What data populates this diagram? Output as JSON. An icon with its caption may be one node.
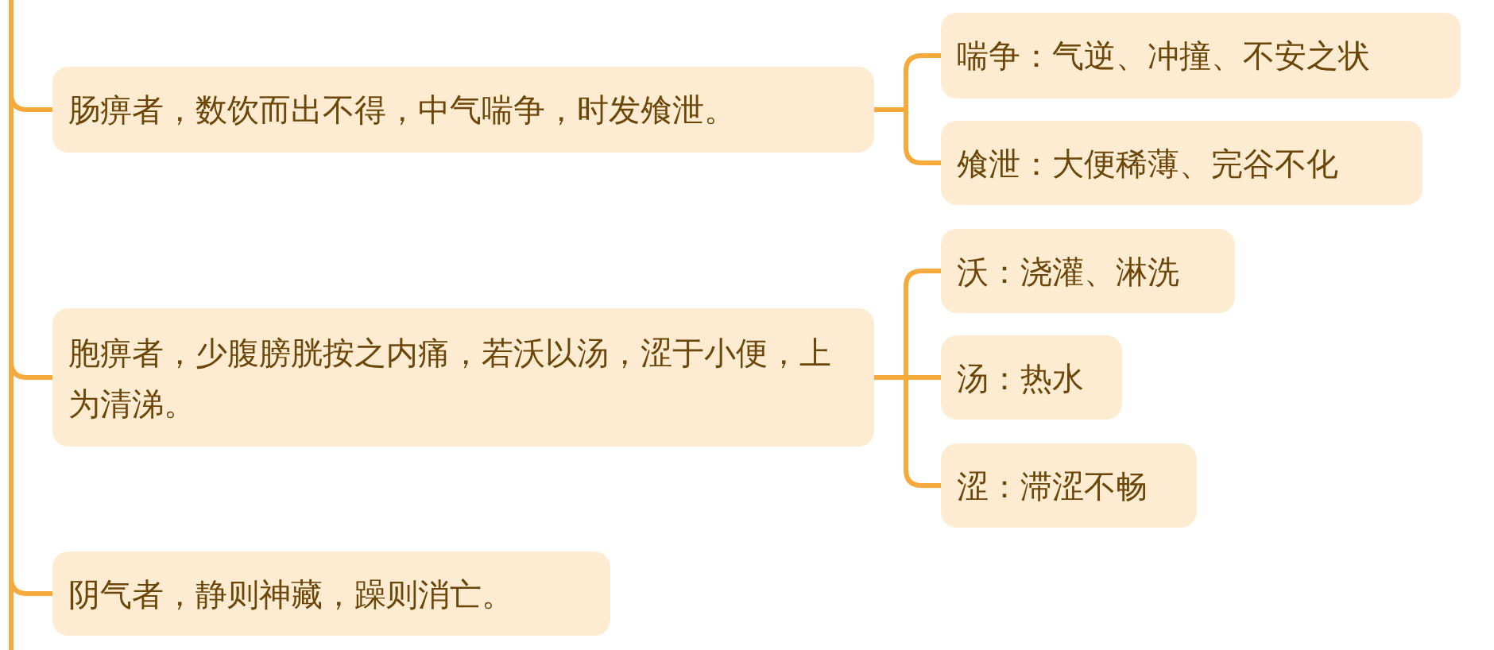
{
  "diagram": {
    "nodes": [
      {
        "text": [
          "肠痹者，数饮而出不得，中气喘争，时发飧泄。"
        ]
      },
      {
        "text": [
          "喘争：气逆、冲撞、不安之状"
        ]
      },
      {
        "text": [
          "飧泄：大便稀薄、完谷不化"
        ]
      },
      {
        "text": [
          "胞痹者，少腹膀胱按之内痛，若沃以汤，涩于小便，上为清涕。"
        ]
      },
      {
        "text": [
          "沃：浇灌、淋洗"
        ]
      },
      {
        "text": [
          "汤：热水"
        ]
      },
      {
        "text": [
          "涩：滞涩不畅"
        ]
      },
      {
        "text": [
          "阴气者，静则神藏，躁则消亡。"
        ]
      }
    ],
    "edges": [
      {
        "from": null,
        "to": 0,
        "arrow": "none"
      },
      {
        "from": 0,
        "to": 1,
        "arrow": "none"
      },
      {
        "from": 0,
        "to": 2,
        "arrow": "none"
      },
      {
        "from": null,
        "to": 3,
        "arrow": "none"
      },
      {
        "from": 3,
        "to": 4,
        "arrow": "none"
      },
      {
        "from": 3,
        "to": 5,
        "arrow": "none"
      },
      {
        "from": 3,
        "to": 6,
        "arrow": "none"
      },
      {
        "from": null,
        "to": 7,
        "arrow": "none"
      }
    ]
  }
}
